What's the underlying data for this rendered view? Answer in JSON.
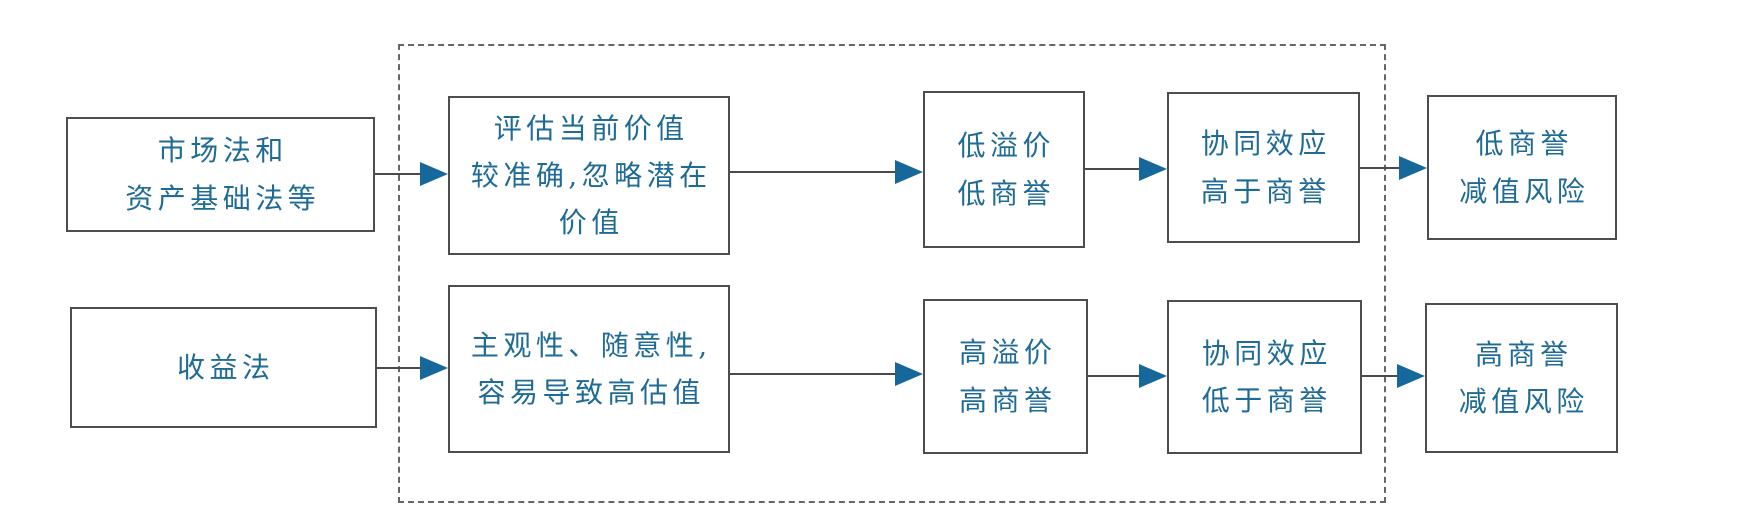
{
  "diagram": {
    "type": "flowchart",
    "description_language": "zh-CN",
    "colors": {
      "text": "#1e6b96",
      "arrowhead": "#17689a",
      "box_border": "#4d4d4d",
      "arrow_line": "#4a4a4a",
      "dashed_border": "#666666",
      "background": "#ffffff"
    },
    "nodes": [
      {
        "id": "market-asset-method",
        "lines": [
          "市场法和",
          "资产基础法等"
        ]
      },
      {
        "id": "assess-current-value",
        "lines": [
          "评估当前价值",
          "较准确,忽略潜在",
          "价值"
        ]
      },
      {
        "id": "low-premium-low-goodwill",
        "lines": [
          "低溢价",
          "低商誉"
        ]
      },
      {
        "id": "synergy-above-goodwill",
        "lines": [
          "协同效应",
          "高于商誉"
        ]
      },
      {
        "id": "low-goodwill-impairment-risk",
        "lines": [
          "低商誉",
          "减值风险"
        ]
      },
      {
        "id": "income-method",
        "lines": [
          "收益法"
        ]
      },
      {
        "id": "subjective-overvaluation",
        "lines": [
          "主观性、随意性,",
          "容易导致高估值"
        ]
      },
      {
        "id": "high-premium-high-goodwill",
        "lines": [
          "高溢价",
          "高商誉"
        ]
      },
      {
        "id": "synergy-below-goodwill",
        "lines": [
          "协同效应",
          "低于商誉"
        ]
      },
      {
        "id": "high-goodwill-impairment-risk",
        "lines": [
          "高商誉",
          "减值风险"
        ]
      }
    ],
    "edges": [
      {
        "from": "market-asset-method",
        "to": "assess-current-value"
      },
      {
        "from": "assess-current-value",
        "to": "low-premium-low-goodwill"
      },
      {
        "from": "low-premium-low-goodwill",
        "to": "synergy-above-goodwill"
      },
      {
        "from": "synergy-above-goodwill",
        "to": "low-goodwill-impairment-risk"
      },
      {
        "from": "income-method",
        "to": "subjective-overvaluation"
      },
      {
        "from": "subjective-overvaluation",
        "to": "high-premium-high-goodwill"
      },
      {
        "from": "high-premium-high-goodwill",
        "to": "synergy-below-goodwill"
      },
      {
        "from": "synergy-below-goodwill",
        "to": "high-goodwill-impairment-risk"
      }
    ],
    "dashed_region": {
      "note": "dashed rectangle enclosing the four middle columns of the flow"
    }
  }
}
